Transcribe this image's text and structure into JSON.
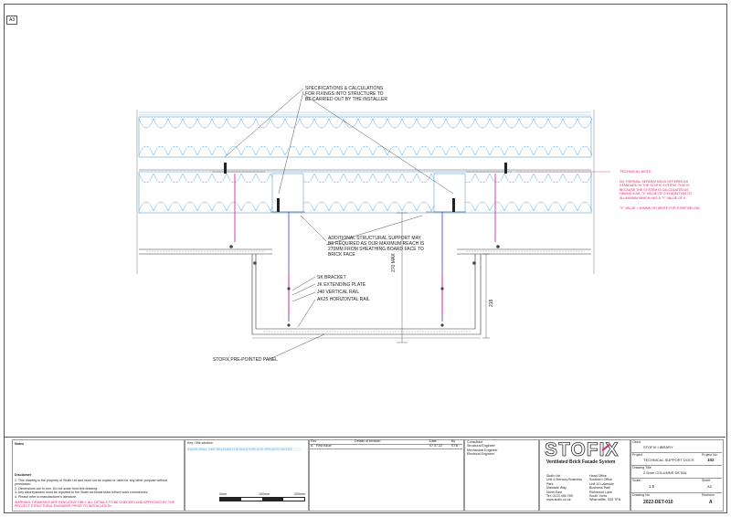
{
  "sheet": {
    "size_tag": "A3"
  },
  "callouts": {
    "spec": "SPECIFICATIONS & CALCULATIONS\nFOR FIXINGS INTO STRUCTURE TO\nBE CARRIED OUT BY THE INSTALLER",
    "support": "ADDITIONAL STRUCTURAL SUPPORT MAY\nBE REQUIRED AS OUR MAXIMUM REACH IS\n270mm FROM SHEATHING BOARD FACE TO\nBRICK FACE",
    "sk_bracket": "SK BRACKET",
    "jk_plate": "JK EXTENDING PLATE",
    "vertical_rail": "J40 VERTICAL RAIL",
    "horizontal_rail": "AK25 HORIZONTAL RAIL",
    "panel": "STOFIX PRE-POINTED PANEL",
    "dim_max": "270 MAX",
    "dim_218": "218"
  },
  "technical_note": {
    "title": "TECHNICAL NOTE",
    "body": "NO THERMAL SEPARATION IS OFFERED AS STANDARD IN THE STOFIX SYSTEM. THIS IS BECAUSE THE SYSTEM IS CALCULATED AS HAVING A NIL \"X\" VALUE OF 0 IN ADDITION TO ALUMINIUM WHICH HAS A \"Y\" VALUE OF 0.",
    "footer": "\"X\" VALUE = W/mmK or WRITE FOR STRIP BELOW"
  },
  "title_block": {
    "notes_title": "Notes",
    "disclaimer_title": "Disclaimer",
    "disclaimer_lines": [
      "1.  This drawing is the property of Stofix Ltd and must not be copied or used for any other purpose without permission.",
      "2.  Dimensions are in mm. Do not scale from this drawing.",
      "3.  Any discrepancies must be reported to the Stofix technical team before work commences.",
      "4.  Please refer to manufacturer's literature."
    ],
    "warning": "WARNING: DRAWINGS ARE INDICATIVE ONLY. ALL DETAILS TO BE CHECKED AND APPROVED BY THE PROJECT STRUCTURAL ENGINEER PRIOR TO INSTALLATION.",
    "scale_bar": [
      "0mm",
      "100mm",
      "200mm"
    ],
    "key_plan_title": "Key / title window",
    "key_plan_note": "GUIDE ONLY. SEE RELEVANT DETAILS FOR SITE SPECIFIC NOTES",
    "revisions_header": [
      "Rev",
      "Details of revision",
      "Date",
      "By"
    ],
    "revisions": [
      [
        "A",
        "First Issue",
        "07.07.22",
        "STB"
      ]
    ],
    "consultants": [
      "Consultant",
      "Structural Engineer",
      "Mechanical Engineer",
      "Electrical Engineer"
    ],
    "logo": "STOFIX",
    "tagline": "Ventilated Brick Facade System",
    "address_left": "Stofix Ltd\nUnit 4 Mercury Business Park\nMandale Way\nNorth East\nTel: 0123 456 789\nwww.stofix.co.uk",
    "address_right": "Head Office\nSouthern Office\nUnit 10 Lakeside Business Park\nRichmond Lane\nSouth Yorks\nWharncliffe, S35 7EN",
    "client_label": "Client",
    "client": "STOFIX LIBRARY",
    "project_label": "Project",
    "project": "TECHNICAL SUPPORT DOCS",
    "project_no_label": "Project No",
    "project_no": "102",
    "drawing_title_label": "Drawing Title",
    "drawing_title": "2.5mm COLUMNS DETAIL",
    "scale_label": "Scale",
    "scale": "1:5",
    "sheet_label": "Sheet",
    "sheet": "A3",
    "drawing_no_label": "Drawing No",
    "drawing_no": "2022-DET-010",
    "revision_label": "Revision",
    "revision": "A"
  }
}
